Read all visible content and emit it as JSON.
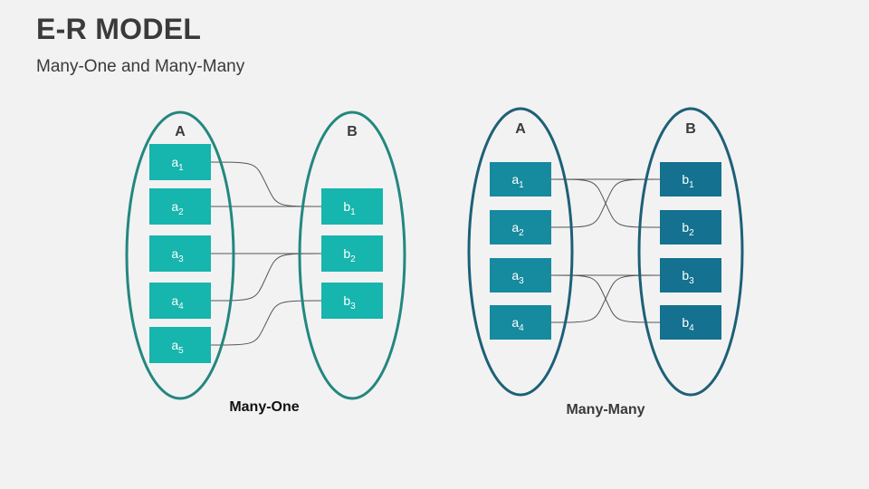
{
  "title": "E-R MODEL",
  "subtitle": "Many-One and Many-Many",
  "colors": {
    "many_one_ellipse": "#23877f",
    "many_one_box": "#16b5ad",
    "many_many_ellipse": "#1d6077",
    "many_many_box_a": "#168a9e",
    "many_many_box_b": "#14718f",
    "connector": "#555555"
  },
  "many_one": {
    "caption": "Many-One",
    "set_a_label": "A",
    "set_b_label": "B",
    "a_items": [
      {
        "base": "a",
        "sub": "1"
      },
      {
        "base": "a",
        "sub": "2"
      },
      {
        "base": "a",
        "sub": "3"
      },
      {
        "base": "a",
        "sub": "4"
      },
      {
        "base": "a",
        "sub": "5"
      }
    ],
    "b_items": [
      {
        "base": "b",
        "sub": "1"
      },
      {
        "base": "b",
        "sub": "2"
      },
      {
        "base": "b",
        "sub": "3"
      }
    ],
    "links": [
      [
        0,
        0
      ],
      [
        1,
        0
      ],
      [
        2,
        1
      ],
      [
        3,
        1
      ],
      [
        4,
        2
      ]
    ]
  },
  "many_many": {
    "caption": "Many-Many",
    "set_a_label": "A",
    "set_b_label": "B",
    "a_items": [
      {
        "base": "a",
        "sub": "1"
      },
      {
        "base": "a",
        "sub": "2"
      },
      {
        "base": "a",
        "sub": "3"
      },
      {
        "base": "a",
        "sub": "4"
      }
    ],
    "b_items": [
      {
        "base": "b",
        "sub": "1"
      },
      {
        "base": "b",
        "sub": "2"
      },
      {
        "base": "b",
        "sub": "3"
      },
      {
        "base": "b",
        "sub": "4"
      }
    ],
    "links": [
      [
        0,
        0
      ],
      [
        0,
        1
      ],
      [
        1,
        0
      ],
      [
        2,
        2
      ],
      [
        2,
        3
      ],
      [
        3,
        2
      ]
    ]
  }
}
